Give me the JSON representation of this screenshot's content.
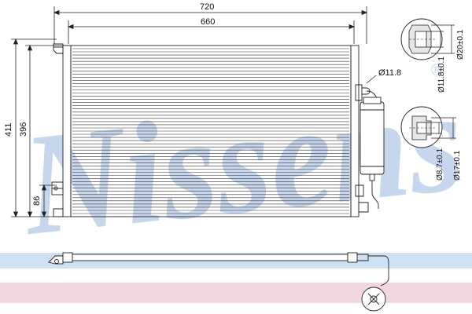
{
  "brand": {
    "name": "Nissens",
    "registered_mark": "®",
    "watermark_color": "#c6d6ec",
    "band_blue": "#cfe0f2",
    "band_pink": "#f1d7de"
  },
  "dimensions": {
    "overall_width": "720",
    "core_width": "660",
    "overall_height": "411",
    "core_height": "396",
    "bracket_height": "86",
    "pipe_diameter": "Ø11.8",
    "detail_a": {
      "outer": "Ø20±0.1",
      "inner": "Ø11.8±0.1"
    },
    "detail_b": {
      "outer": "Ø17±0.1",
      "inner": "Ø8.7±0.1"
    }
  }
}
